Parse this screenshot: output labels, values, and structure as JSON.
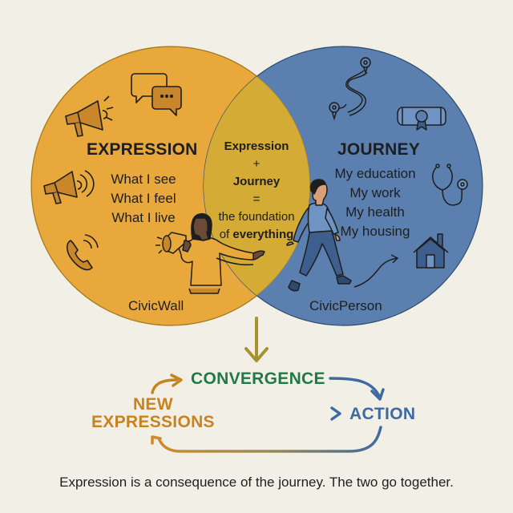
{
  "colors": {
    "background": "#F2F0E6",
    "expression_fill": "#E8A83C",
    "journey_fill": "#5B80B0",
    "overlap_fill": "#D4AB35",
    "ink": "#1E1E1E",
    "convergence": "#1F7A45",
    "action": "#3D6AA0",
    "new_expressions": "#C98220",
    "down_arrow": "#A8922E"
  },
  "expression": {
    "title": "EXPRESSION",
    "lines": [
      "What I see",
      "What I feel",
      "What I live"
    ],
    "name": "CivicWall",
    "icons": [
      "megaphone-icon",
      "speech-bubbles-icon",
      "megaphone-sound-icon",
      "phone-icon",
      "woman-with-megaphone-illustration"
    ]
  },
  "journey": {
    "title": "JOURNEY",
    "lines": [
      "My education",
      "My work",
      "My health",
      "My housing"
    ],
    "name": "CivicPerson",
    "icons": [
      "winding-road-pins-icon",
      "diploma-icon",
      "stethoscope-icon",
      "house-icon",
      "walking-man-illustration"
    ]
  },
  "overlap": {
    "line1": "Expression",
    "plus": "+",
    "line2": "Journey",
    "equals": "=",
    "line3": "the foundation",
    "line4_prefix": "of ",
    "line4_bold": "everything"
  },
  "cycle": {
    "convergence": "CONVERGENCE",
    "action": "ACTION",
    "new": "NEW",
    "expressions": "EXPRESSIONS"
  },
  "caption": "Expression is a consequence of the journey. The two go together."
}
